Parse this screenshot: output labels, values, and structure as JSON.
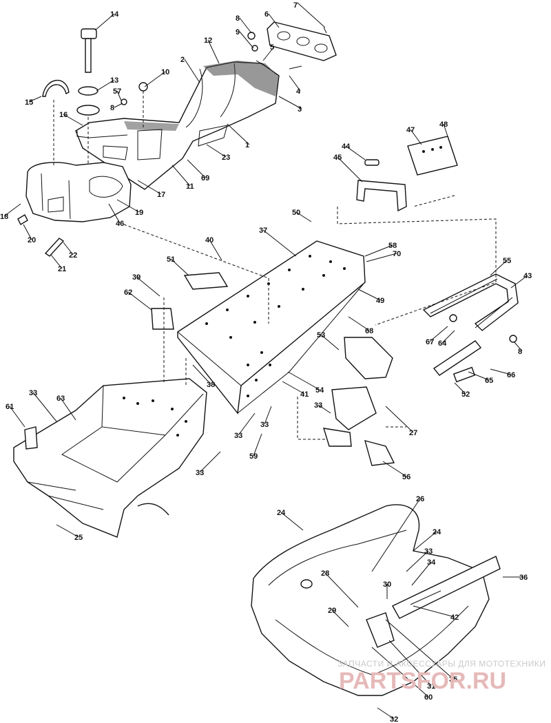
{
  "watermark": {
    "tagline": "ЗАПЧАСТИ И АКСЕССУАРЫ ДЛЯ МОТОТЕХНИКИ",
    "brand": "PARTSFOR.RU"
  },
  "callouts": [
    {
      "id": "c1",
      "label": "1"
    },
    {
      "id": "c2",
      "label": "2"
    },
    {
      "id": "c3",
      "label": "3"
    },
    {
      "id": "c4",
      "label": "4"
    },
    {
      "id": "c5",
      "label": "5"
    },
    {
      "id": "c6",
      "label": "6"
    },
    {
      "id": "c7",
      "label": "7"
    },
    {
      "id": "c8a",
      "label": "8"
    },
    {
      "id": "c8b",
      "label": "8"
    },
    {
      "id": "c8c",
      "label": "8"
    },
    {
      "id": "c9",
      "label": "9"
    },
    {
      "id": "c10",
      "label": "10"
    },
    {
      "id": "c11",
      "label": "11"
    },
    {
      "id": "c12",
      "label": "12"
    },
    {
      "id": "c13",
      "label": "13"
    },
    {
      "id": "c14",
      "label": "14"
    },
    {
      "id": "c15",
      "label": "15"
    },
    {
      "id": "c16",
      "label": "16"
    },
    {
      "id": "c17",
      "label": "17"
    },
    {
      "id": "c18",
      "label": "18"
    },
    {
      "id": "c19",
      "label": "19"
    },
    {
      "id": "c20",
      "label": "20"
    },
    {
      "id": "c21",
      "label": "21"
    },
    {
      "id": "c22",
      "label": "22"
    },
    {
      "id": "c23",
      "label": "23"
    },
    {
      "id": "c24a",
      "label": "24"
    },
    {
      "id": "c24b",
      "label": "24"
    },
    {
      "id": "c25",
      "label": "25"
    },
    {
      "id": "c26",
      "label": "26"
    },
    {
      "id": "c27",
      "label": "27"
    },
    {
      "id": "c28",
      "label": "28"
    },
    {
      "id": "c29",
      "label": "29"
    },
    {
      "id": "c30",
      "label": "30"
    },
    {
      "id": "c31",
      "label": "31"
    },
    {
      "id": "c32",
      "label": "32"
    },
    {
      "id": "c33a",
      "label": "33"
    },
    {
      "id": "c33b",
      "label": "33"
    },
    {
      "id": "c33c",
      "label": "33"
    },
    {
      "id": "c33d",
      "label": "33"
    },
    {
      "id": "c33e",
      "label": "33"
    },
    {
      "id": "c33f",
      "label": "33"
    },
    {
      "id": "c34",
      "label": "34"
    },
    {
      "id": "c35",
      "label": "35"
    },
    {
      "id": "c36",
      "label": "36"
    },
    {
      "id": "c37",
      "label": "37"
    },
    {
      "id": "c38",
      "label": "38"
    },
    {
      "id": "c39",
      "label": "39"
    },
    {
      "id": "c40",
      "label": "40"
    },
    {
      "id": "c41",
      "label": "41"
    },
    {
      "id": "c42",
      "label": "42"
    },
    {
      "id": "c43",
      "label": "43"
    },
    {
      "id": "c44",
      "label": "44"
    },
    {
      "id": "c45",
      "label": "45"
    },
    {
      "id": "c46",
      "label": "46"
    },
    {
      "id": "c47",
      "label": "47"
    },
    {
      "id": "c48",
      "label": "48"
    },
    {
      "id": "c49",
      "label": "49"
    },
    {
      "id": "c50",
      "label": "50"
    },
    {
      "id": "c51",
      "label": "51"
    },
    {
      "id": "c52",
      "label": "52"
    },
    {
      "id": "c53",
      "label": "53"
    },
    {
      "id": "c54",
      "label": "54"
    },
    {
      "id": "c55",
      "label": "55"
    },
    {
      "id": "c56",
      "label": "56"
    },
    {
      "id": "c57",
      "label": "57"
    },
    {
      "id": "c58",
      "label": "58"
    },
    {
      "id": "c59",
      "label": "59"
    },
    {
      "id": "c60",
      "label": "60"
    },
    {
      "id": "c61",
      "label": "61"
    },
    {
      "id": "c62",
      "label": "62"
    },
    {
      "id": "c63",
      "label": "63"
    },
    {
      "id": "c64",
      "label": "64"
    },
    {
      "id": "c65",
      "label": "65"
    },
    {
      "id": "c66",
      "label": "66"
    },
    {
      "id": "c67",
      "label": "67"
    },
    {
      "id": "c68",
      "label": "68"
    },
    {
      "id": "c69",
      "label": "69"
    },
    {
      "id": "c70",
      "label": "70"
    }
  ]
}
